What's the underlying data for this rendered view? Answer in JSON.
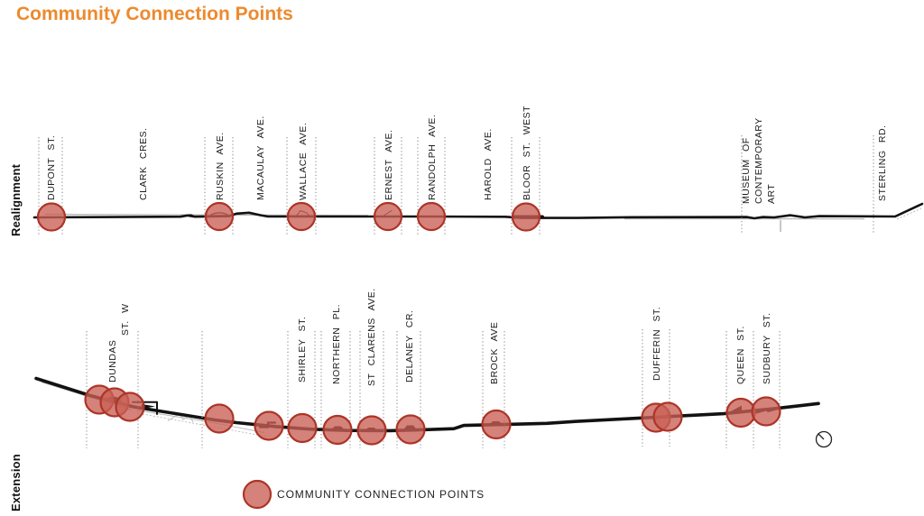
{
  "title": "Community Connection Points",
  "colors": {
    "title_orange": "#ED8A2D",
    "connection_point_fill": "#C96055",
    "connection_point_stroke": "#AD3428",
    "line_black": "#121212",
    "guide_gray": "#8c8c8c"
  },
  "legend": {
    "label": "COMMUNITY CONNECTION POINTS"
  },
  "sections": {
    "realignment": {
      "label": "Realignment",
      "streets": [
        {
          "label": "DUPONT ST.",
          "connection_point": true
        },
        {
          "label": "CLARK CRES.",
          "connection_point": false
        },
        {
          "label": "RUSKIN AVE.",
          "connection_point": true
        },
        {
          "label": "MACAULAY AVE.",
          "connection_point": false
        },
        {
          "label": "WALLACE AVE.",
          "connection_point": true
        },
        {
          "label": "ERNEST AVE.",
          "connection_point": true
        },
        {
          "label": "RANDOLPH AVE.",
          "connection_point": true
        },
        {
          "label": "HAROLD AVE.",
          "connection_point": false
        },
        {
          "label": "BLOOR ST. WEST",
          "connection_point": true
        },
        {
          "label": "MUSEUM OF CONTEMPORARY ART",
          "lines": [
            "MUSEUM OF",
            "CONTEMPORARY",
            "ART"
          ],
          "connection_point": false
        },
        {
          "label": "STERLING RD.",
          "connection_point": false
        }
      ]
    },
    "extension": {
      "label": "Extension",
      "streets": [
        {
          "label": "DUNDAS ST. W",
          "lines": [
            "DUNDAS",
            "ST. W"
          ],
          "connection_point": true,
          "point_count": 3
        },
        {
          "label": "SHIRLEY ST.",
          "connection_point": true
        },
        {
          "label": "NORTHERN PL.",
          "connection_point": true
        },
        {
          "label": "ST CLARENS AVE.",
          "connection_point": true
        },
        {
          "label": "DELANEY CR.",
          "connection_point": true
        },
        {
          "label": "BROCK AVE",
          "connection_point": true
        },
        {
          "label": "DUFFERIN ST.",
          "connection_point": true,
          "point_count": 2
        },
        {
          "label": "QUEEN ST.",
          "connection_point": true
        },
        {
          "label": "SUDBURY ST.",
          "connection_point": true
        }
      ],
      "unlabeled_connection_points": 2
    }
  }
}
